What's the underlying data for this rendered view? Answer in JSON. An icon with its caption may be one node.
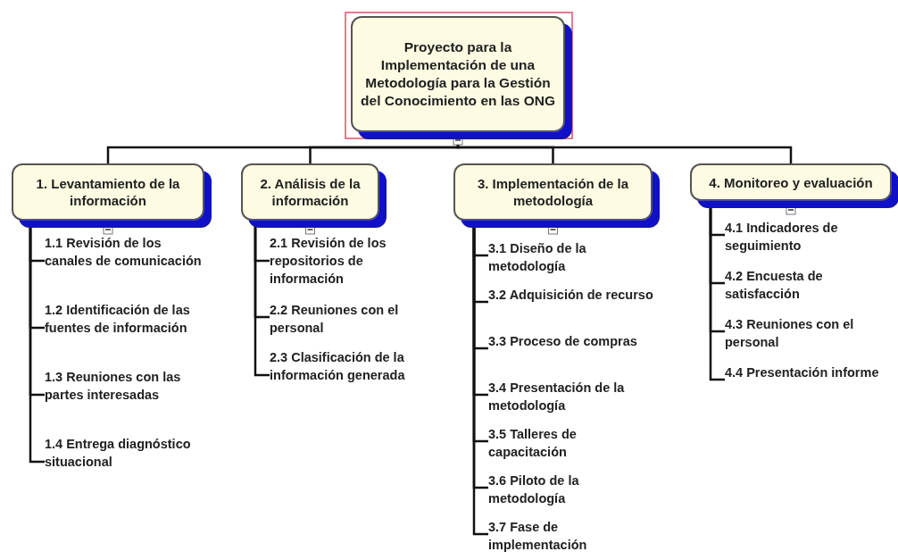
{
  "diagram": {
    "nodes": [
      {
        "text": [
          "Proyecto para la Implementación de una Metodología para la Gestión del Conocimiento en las ONG"
        ]
      },
      {
        "text": [
          "1. Levantamiento de la información"
        ]
      },
      {
        "text": [
          "2. Análisis de la información"
        ]
      },
      {
        "text": [
          "3. Implementación de la metodología"
        ]
      },
      {
        "text": [
          "4. Monitoreo y evaluación"
        ]
      },
      {
        "text": [
          "1.1 Revisión de los canales de comunicación"
        ]
      },
      {
        "text": [
          "1.2 Identificación de las fuentes de información"
        ]
      },
      {
        "text": [
          "1.3 Reuniones con las partes interesadas"
        ]
      },
      {
        "text": [
          "1.4 Entrega diagnóstico situacional"
        ]
      },
      {
        "text": [
          "2.1 Revisión de los repositorios de información"
        ]
      },
      {
        "text": [
          "2.2 Reuniones con el personal"
        ]
      },
      {
        "text": [
          "2.3 Clasificación de la información generada"
        ]
      },
      {
        "text": [
          "3.1 Diseño de la metodología"
        ]
      },
      {
        "text": [
          "3.2 Adquisición de recurso"
        ]
      },
      {
        "text": [
          "3.3 Proceso de compras"
        ]
      },
      {
        "text": [
          "3.4 Presentación de la metodología"
        ]
      },
      {
        "text": [
          "3.5 Talleres de capacitación"
        ]
      },
      {
        "text": [
          "3.6 Piloto de la metodología"
        ]
      },
      {
        "text": [
          "3.7 Fase de implementación"
        ]
      },
      {
        "text": [
          "4.1 Indicadores de seguimiento"
        ]
      },
      {
        "text": [
          "4.2 Encuesta de satisfacción"
        ]
      },
      {
        "text": [
          "4.3 Reuniones con el personal"
        ]
      },
      {
        "text": [
          "4.4 Presentación informe"
        ]
      }
    ],
    "edges": [
      {
        "from": 0,
        "to": 1,
        "arrow": "none"
      },
      {
        "from": 0,
        "to": 2,
        "arrow": "none"
      },
      {
        "from": 0,
        "to": 3,
        "arrow": "none"
      },
      {
        "from": 0,
        "to": 4,
        "arrow": "none"
      },
      {
        "from": 1,
        "to": 5,
        "arrow": "none"
      },
      {
        "from": 1,
        "to": 6,
        "arrow": "none"
      },
      {
        "from": 1,
        "to": 7,
        "arrow": "none"
      },
      {
        "from": 1,
        "to": 8,
        "arrow": "none"
      },
      {
        "from": 2,
        "to": 9,
        "arrow": "none"
      },
      {
        "from": 2,
        "to": 10,
        "arrow": "none"
      },
      {
        "from": 2,
        "to": 11,
        "arrow": "none"
      },
      {
        "from": 3,
        "to": 12,
        "arrow": "none"
      },
      {
        "from": 3,
        "to": 13,
        "arrow": "none"
      },
      {
        "from": 3,
        "to": 14,
        "arrow": "none"
      },
      {
        "from": 3,
        "to": 15,
        "arrow": "none"
      },
      {
        "from": 3,
        "to": 16,
        "arrow": "none"
      },
      {
        "from": 3,
        "to": 17,
        "arrow": "none"
      },
      {
        "from": 3,
        "to": 18,
        "arrow": "none"
      },
      {
        "from": 4,
        "to": 19,
        "arrow": "none"
      },
      {
        "from": 4,
        "to": 20,
        "arrow": "none"
      },
      {
        "from": 4,
        "to": 21,
        "arrow": "none"
      },
      {
        "from": 4,
        "to": 22,
        "arrow": "none"
      }
    ]
  }
}
